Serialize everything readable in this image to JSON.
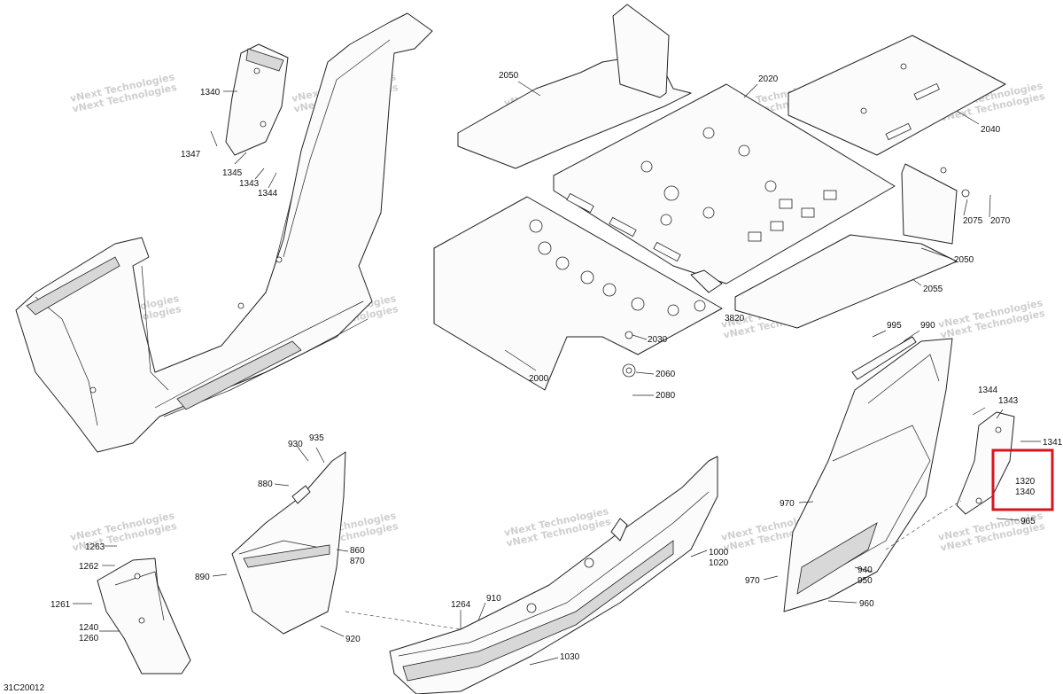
{
  "diagram": {
    "code": "31C20012",
    "watermark": "vNext Technologies",
    "highlight_color": "#d9141e",
    "callouts": {
      "c1340a": "1340",
      "c1347": "1347",
      "c1345": "1345",
      "c1343a": "1343",
      "c1344a": "1344",
      "c2050a": "2050",
      "c2020": "2020",
      "c2040": "2040",
      "c2075": "2075",
      "c2070": "2070",
      "c2050b": "2050",
      "c2055": "2055",
      "c3820": "3820",
      "c2030": "2030",
      "c2060": "2060",
      "c2080": "2080",
      "c2000": "2000",
      "c995": "995",
      "c990": "990",
      "c1344b": "1344",
      "c1343b": "1343",
      "c1341": "1341",
      "c1320": "1320",
      "c1340b": "1340",
      "c965": "965",
      "c970a": "970",
      "c970b": "970",
      "c940": "940",
      "c950": "950",
      "c960": "960",
      "c930": "930",
      "c935": "935",
      "c880": "880",
      "c860": "860",
      "c870": "870",
      "c890": "890",
      "c920": "920",
      "c1000": "1000",
      "c1020": "1020",
      "c1264": "1264",
      "c910": "910",
      "c1030": "1030",
      "c1263": "1263",
      "c1262": "1262",
      "c1261": "1261",
      "c1240": "1240",
      "c1260": "1260"
    }
  }
}
